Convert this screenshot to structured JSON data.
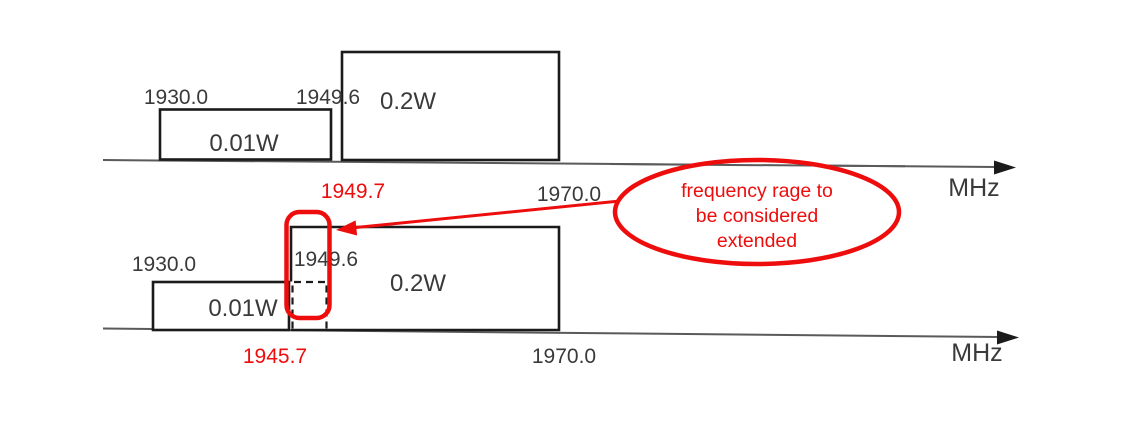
{
  "colors": {
    "accent_red": "#ee0d0d",
    "diagram_line": "#1b1b1b",
    "axis_gray": "#5a5a5a",
    "label_gray": "#3a3a3a"
  },
  "top_diagram": {
    "low_band": {
      "start_label": "1930.0",
      "end_label": "1949.6",
      "power_label": "0.01W"
    },
    "high_band": {
      "start_label": "1949.7",
      "end_label": "1970.0",
      "power_label": "0.2W"
    },
    "axis_unit": "MHz"
  },
  "bottom_diagram": {
    "low_band": {
      "start_label": "1930.0",
      "power_label": "0.01W"
    },
    "high_band": {
      "start_label": "1945.7",
      "old_boundary_label": "1949.6",
      "end_label": "1970.0",
      "power_label": "0.2W"
    },
    "axis_unit": "MHz"
  },
  "annotation": {
    "line1": "frequency rage to",
    "line2": "be considered",
    "line3": "extended"
  }
}
